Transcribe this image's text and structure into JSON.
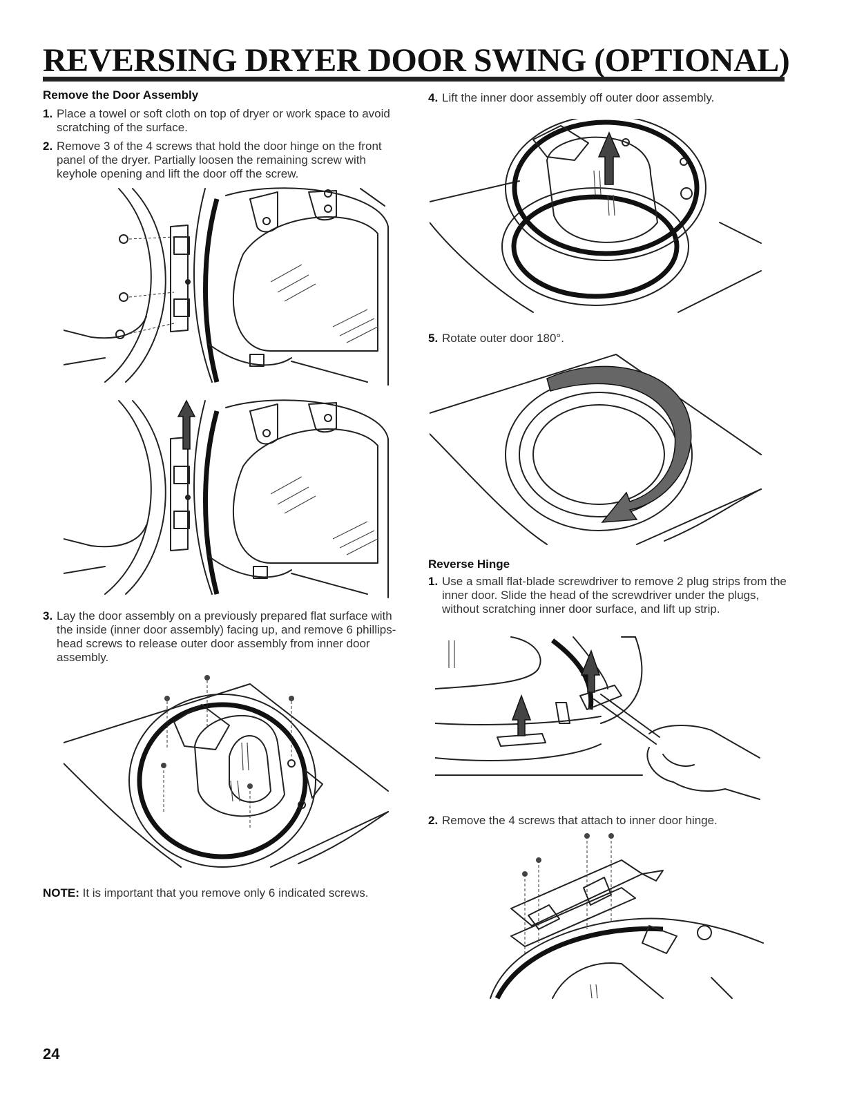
{
  "page_title": "REVERSING DRYER DOOR SWING (OPTIONAL)",
  "section_remove": {
    "heading": "Remove the Door Assembly",
    "steps": [
      {
        "num": "1.",
        "text": "Place a towel or soft cloth on top of dryer or work space to avoid scratching of the surface."
      },
      {
        "num": "2.",
        "text": "Remove 3 of the 4 screws that hold the door hinge on the front panel of the dryer. Partially loosen the remaining screw with keyhole opening and lift the door off the screw."
      },
      {
        "num": "3.",
        "text": "Lay the door assembly on a previously prepared flat surface with the inside (inner door assembly) facing up, and remove 6 phillips-head screws to release outer door assembly from inner door assembly."
      }
    ],
    "note_label": "NOTE:",
    "note_text": " It is important that you remove only 6 indicated screws."
  },
  "section_right": {
    "steps": [
      {
        "num": "4.",
        "text": "Lift the inner door assembly off outer door assembly."
      },
      {
        "num": "5.",
        "text": "Rotate outer door 180°."
      }
    ]
  },
  "section_hinge": {
    "heading": "Reverse Hinge",
    "steps": [
      {
        "num": "1.",
        "text": "Use a small flat-blade screwdriver to remove 2 plug strips from the inner door. Slide the head of the screwdriver under the plugs, without scratching inner door surface, and lift up strip."
      },
      {
        "num": "2.",
        "text": "Remove the 4 screws that attach to inner door hinge."
      }
    ]
  },
  "page_number": "24",
  "figures": [
    {
      "icon": "hinge-screws-removal-illustration"
    },
    {
      "icon": "door-lift-off-illustration"
    },
    {
      "icon": "door-assembly-screws-illustration"
    },
    {
      "icon": "inner-door-lift-illustration"
    },
    {
      "icon": "outer-door-rotate-illustration"
    },
    {
      "icon": "plug-strip-removal-illustration"
    },
    {
      "icon": "hinge-screws-illustration"
    }
  ]
}
